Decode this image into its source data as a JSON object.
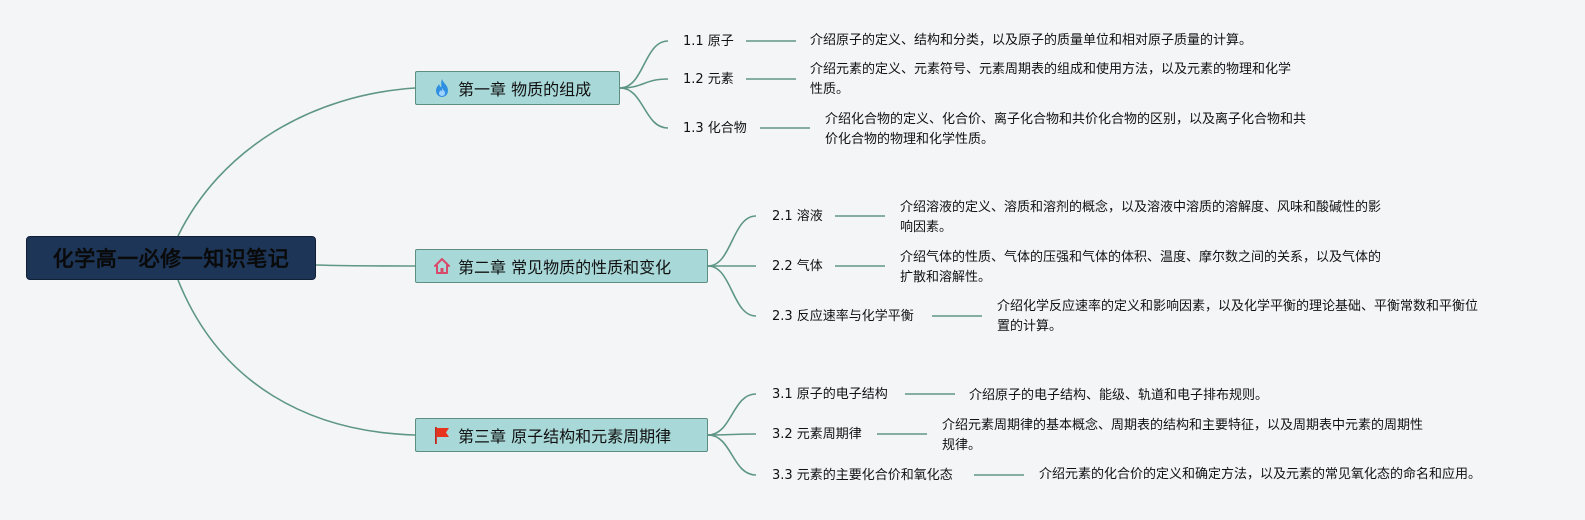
{
  "root": {
    "title": "化学高一必修一知识笔记"
  },
  "chapters": [
    {
      "title": "第一章 物质的组成",
      "icon": "fire-icon",
      "icon_color": "#2f8fe0",
      "subs": [
        {
          "label": "1.1 原子",
          "desc": "介绍原子的定义、结构和分类，以及原子的质量单位和相对原子质量的计算。"
        },
        {
          "label": "1.2 元素",
          "desc": "介绍元素的定义、元素符号、元素周期表的组成和使用方法，以及元素的物理和化学性质。"
        },
        {
          "label": "1.3 化合物",
          "desc": "介绍化合物的定义、化合价、离子化合物和共价化合物的区别，以及离子化合物和共价化合物的物理和化学性质。"
        }
      ]
    },
    {
      "title": "第二章 常见物质的性质和变化",
      "icon": "home-icon",
      "icon_color": "#d94a6a",
      "subs": [
        {
          "label": "2.1 溶液",
          "desc": "介绍溶液的定义、溶质和溶剂的概念，以及溶液中溶质的溶解度、风味和酸碱性的影响因素。"
        },
        {
          "label": "2.2 气体",
          "desc": "介绍气体的性质、气体的压强和气体的体积、温度、摩尔数之间的关系，以及气体的扩散和溶解性。"
        },
        {
          "label": "2.3 反应速率与化学平衡",
          "desc": "介绍化学反应速率的定义和影响因素，以及化学平衡的理论基础、平衡常数和平衡位置的计算。"
        }
      ]
    },
    {
      "title": "第三章 原子结构和元素周期律",
      "icon": "flag-icon",
      "icon_color": "#e8341c",
      "subs": [
        {
          "label": "3.1 原子的电子结构",
          "desc": "介绍原子的电子结构、能级、轨道和电子排布规则。"
        },
        {
          "label": "3.2 元素周期律",
          "desc": "介绍元素周期律的基本概念、周期表的结构和主要特征，以及周期表中元素的周期性规律。"
        },
        {
          "label": "3.3 元素的主要化合价和氧化态",
          "desc": "介绍元素的化合价的定义和确定方法，以及元素的常见氧化态的命名和应用。"
        }
      ]
    }
  ],
  "colors": {
    "edge": "#5e9686",
    "root_bg": "#1d3557",
    "chapter_bg": "#a8d8d8"
  }
}
